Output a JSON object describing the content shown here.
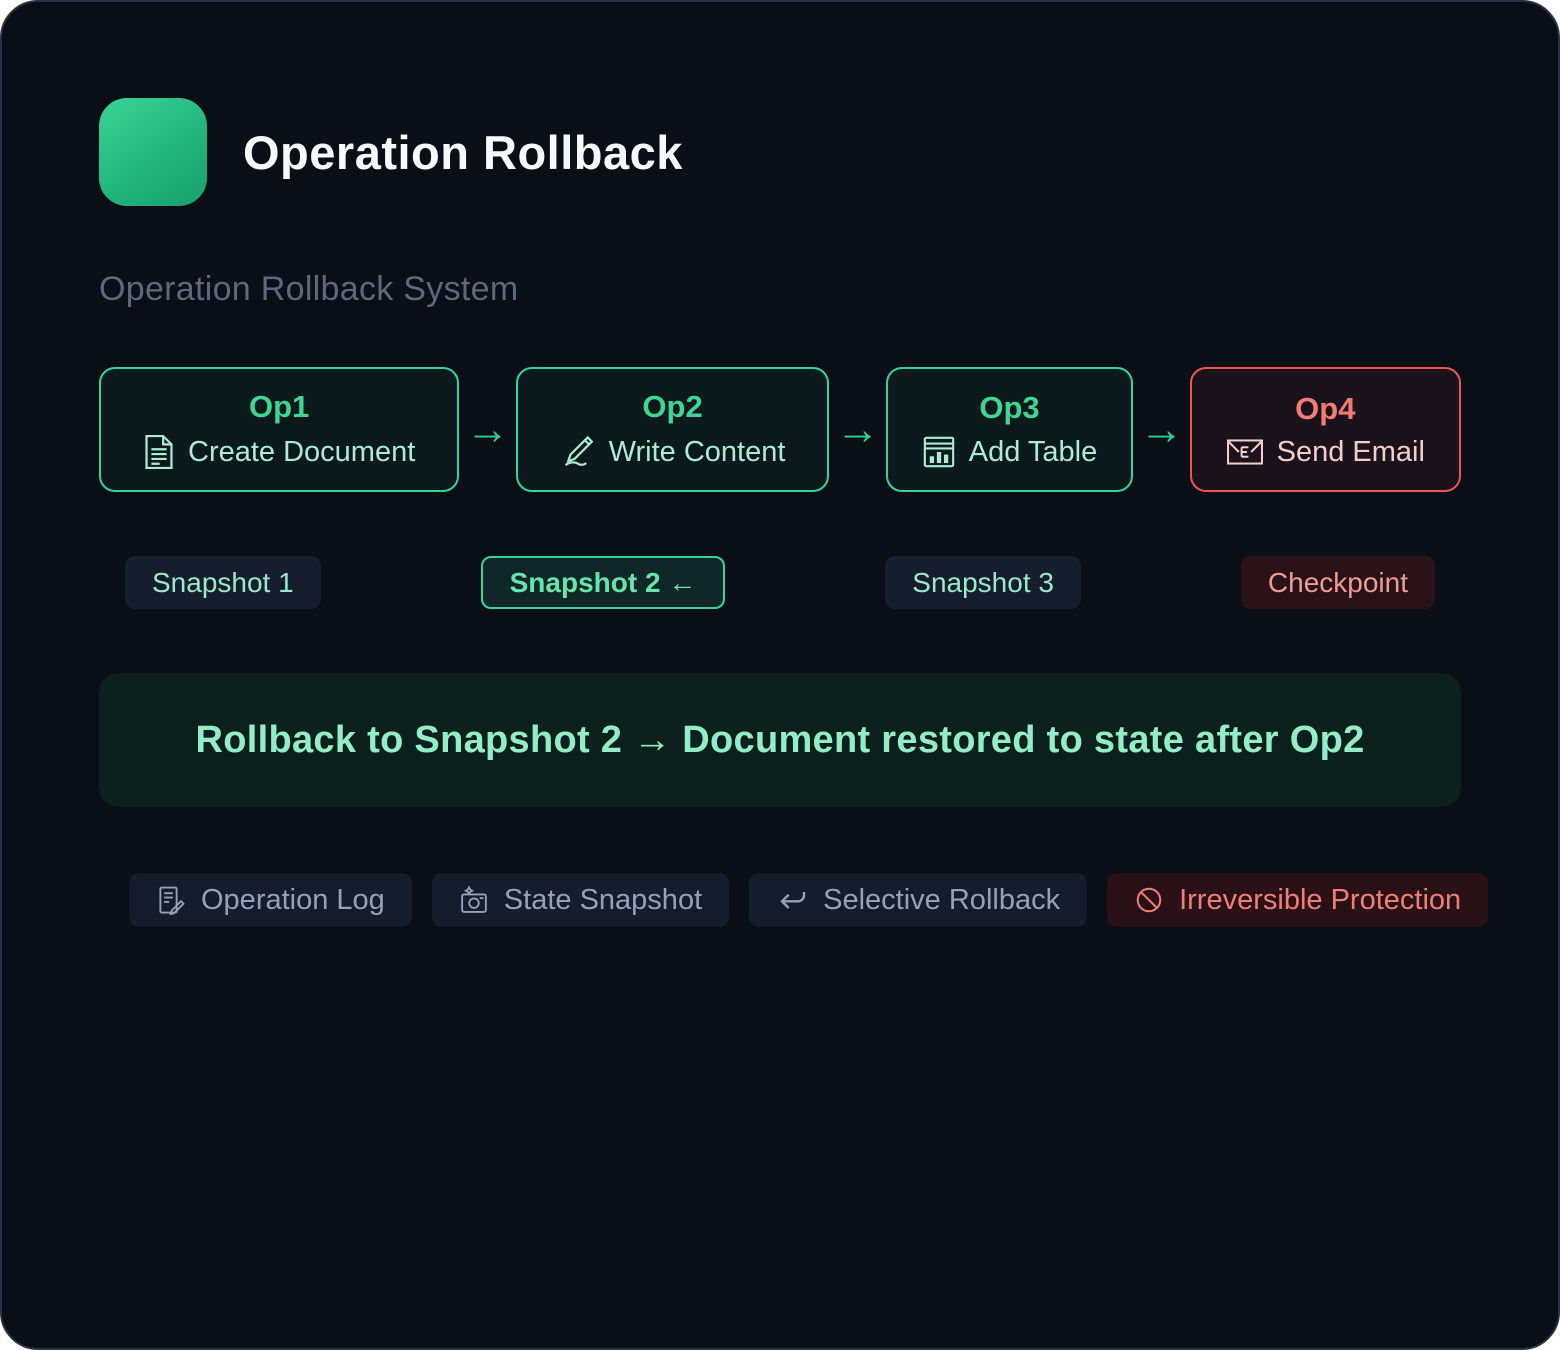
{
  "app": {
    "title": "Operation Rollback",
    "subtitle": "Operation Rollback System",
    "accent_color": "#34d399",
    "danger_color": "#ec5550",
    "background_color": "#0a0e17"
  },
  "flow": {
    "arrow": "→",
    "operations": [
      {
        "id": "Op1",
        "label": "Create Document",
        "icon": "document-icon",
        "type": "reversible"
      },
      {
        "id": "Op2",
        "label": "Write Content",
        "icon": "writing-hand-icon",
        "type": "reversible"
      },
      {
        "id": "Op3",
        "label": "Add Table",
        "icon": "bar-chart-icon",
        "type": "reversible"
      },
      {
        "id": "Op4",
        "label": "Send Email",
        "icon": "email-icon",
        "type": "irreversible"
      }
    ]
  },
  "snapshots": [
    {
      "label": "Snapshot 1",
      "state": "normal"
    },
    {
      "label": "Snapshot 2 ←",
      "state": "active"
    },
    {
      "label": "Snapshot 3",
      "state": "normal"
    },
    {
      "label": "Checkpoint",
      "state": "danger"
    }
  ],
  "banner": {
    "text": "Rollback to Snapshot 2 → Document restored to state after Op2"
  },
  "features": [
    {
      "label": "Operation Log",
      "icon": "memo-icon",
      "variant": "neutral"
    },
    {
      "label": "State Snapshot",
      "icon": "camera-icon",
      "variant": "neutral"
    },
    {
      "label": "Selective Rollback",
      "icon": "return-arrow-icon",
      "variant": "neutral"
    },
    {
      "label": "Irreversible Protection",
      "icon": "prohibited-icon",
      "variant": "danger"
    }
  ],
  "icons": {
    "document-icon": "📄",
    "writing-hand-icon": "✍",
    "bar-chart-icon": "📊",
    "email-icon": "📧",
    "memo-icon": "📝",
    "camera-icon": "📸",
    "return-arrow-icon": "↩",
    "prohibited-icon": "🚫"
  }
}
